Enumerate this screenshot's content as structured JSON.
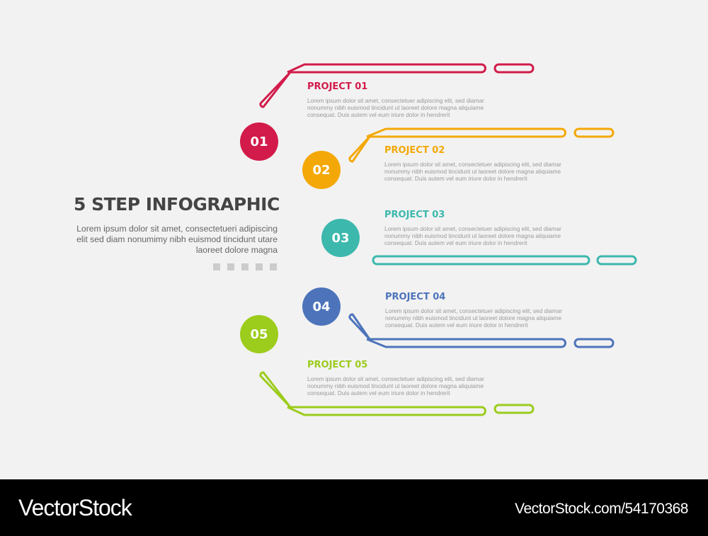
{
  "header": {
    "title": "5 STEP INFOGRAPHIC",
    "description": "Lorem ipsum dolor sit amet, consectetueri adipiscing elit sed diam nonumimy nibh euismod tincidunt utare laoreet dolore magna"
  },
  "steps": [
    {
      "number": "01",
      "title": "PROJECT 01",
      "description": "Lorem ipsum dolor sit amet, consectetuer adipiscing elit, sed diamar nonummy nibh euismod tincidunt ut laoreet dolore magna aliquiame consequat. Duis autem vel eum iriure dolor in hendrerit",
      "color": "#d21b4a"
    },
    {
      "number": "02",
      "title": "PROJECT 02",
      "description": "Lorem ipsum dolor sit amet, consectetuer adipiscing elit, sed diamar nonummy nibh euismod tincidunt ut laoreet dolore magna aliquiame consequat. Duis autem vel eum iriure dolor in hendrerit",
      "color": "#f4a807"
    },
    {
      "number": "03",
      "title": "PROJECT 03",
      "description": "Lorem ipsum dolor sit amet, consectetuer adipiscing elit, sed diamar nonummy nibh euismod tincidunt ut laoreet dolore magna aliquiame consequat. Duis autem vel eum iriure dolor in hendrerit",
      "color": "#3cb8ad"
    },
    {
      "number": "04",
      "title": "PROJECT 04",
      "description": "Lorem ipsum dolor sit amet, consectetuer adipiscing elit, sed diamar nonummy nibh euismod tincidunt ut laoreet dolore magna aliquiame consequat. Duis autem vel eum iriure dolor in hendrerit",
      "color": "#4d74ba"
    },
    {
      "number": "05",
      "title": "PROJECT 05",
      "description": "Lorem ipsum dolor sit amet, consectetuer adipiscing elit, sed diamar nonummy nibh euismod tincidunt ut laoreet dolore magna aliquiame consequat. Duis autem vel eum iriure dolor in hendrerit",
      "color": "#9ccc1c"
    }
  ],
  "decor": {
    "square_color": "#cccccc",
    "square_count": 5
  },
  "footer": {
    "brand": "VectorStock",
    "url": "VectorStock.com/54170368"
  }
}
